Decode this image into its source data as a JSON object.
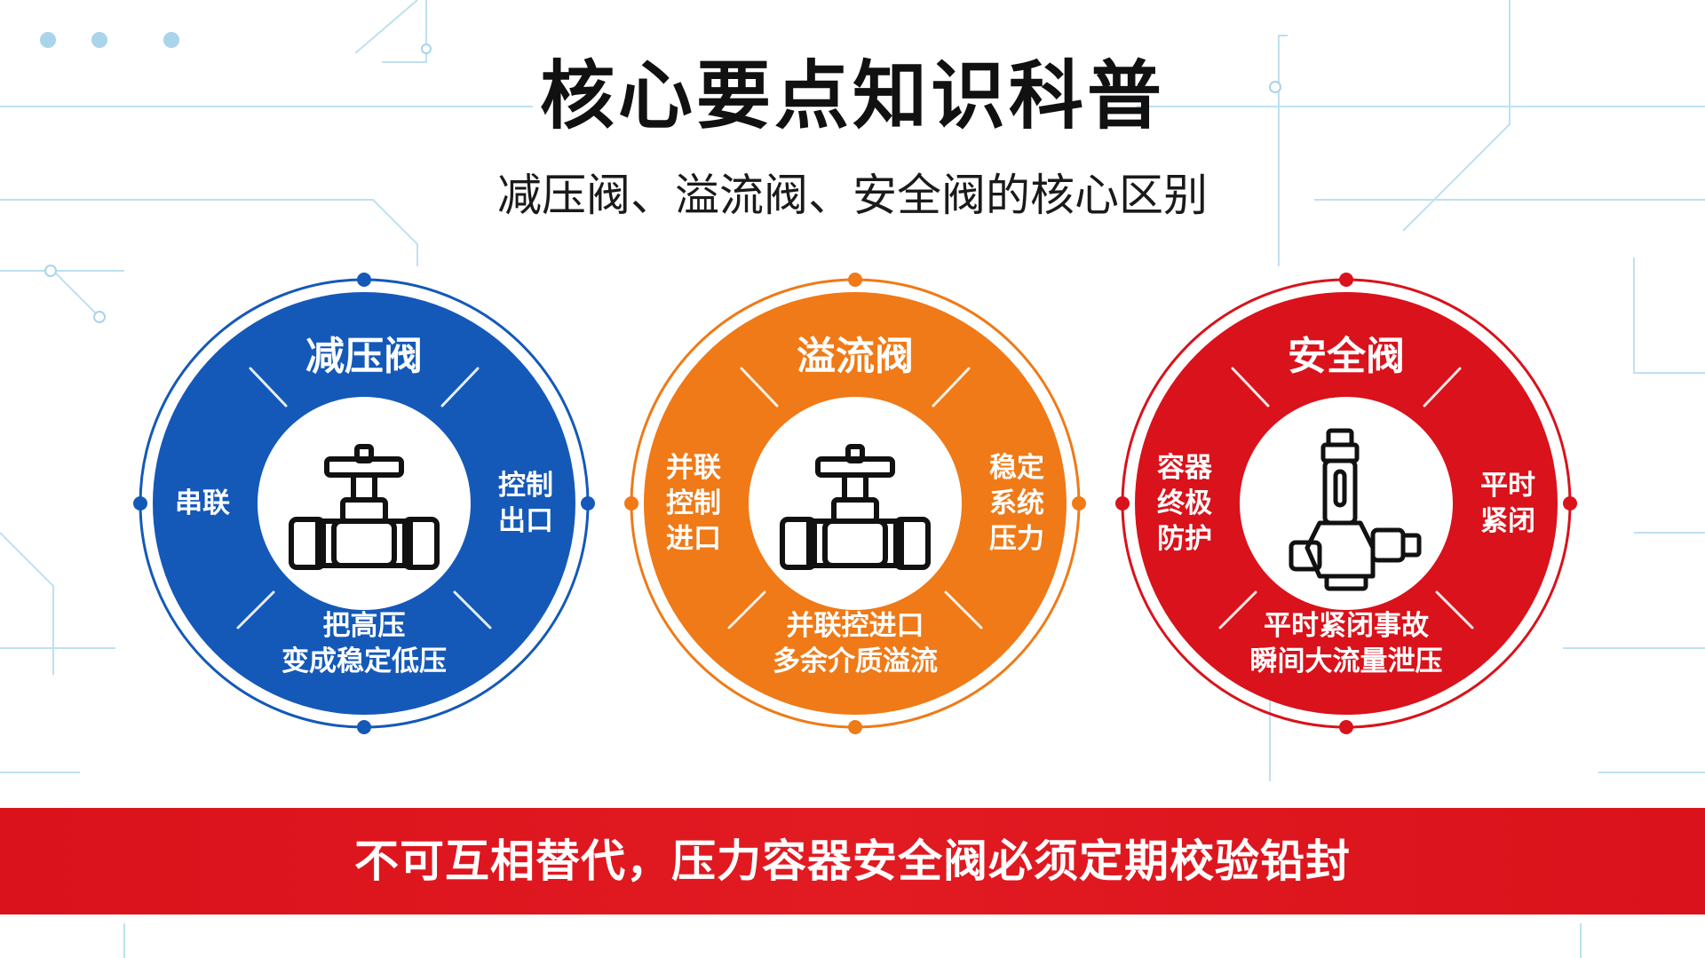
{
  "header": {
    "title": "核心要点知识科普",
    "subtitle": "减压阀、溢流阀、安全阀的核心区别"
  },
  "valves": [
    {
      "name": "减压阀",
      "color": "#1459b8",
      "icon": "gate-valve-icon",
      "left": [
        "串联"
      ],
      "right": [
        "控制",
        "出口"
      ],
      "bottom": [
        "把高压",
        "变成稳定低压"
      ]
    },
    {
      "name": "溢流阀",
      "color": "#ef7a17",
      "icon": "gate-valve-icon",
      "left": [
        "并联",
        "控制",
        "进口"
      ],
      "right": [
        "稳定",
        "系统",
        "压力"
      ],
      "bottom": [
        "并联控进口",
        "多余介质溢流"
      ]
    },
    {
      "name": "安全阀",
      "color": "#d9121b",
      "icon": "safety-valve-icon",
      "left": [
        "容器",
        "终极",
        "防护"
      ],
      "right": [
        "平时",
        "紧闭"
      ],
      "bottom": [
        "平时紧闭事故",
        "瞬间大流量泄压"
      ]
    }
  ],
  "banner": {
    "text": "不可互相替代，压力容器安全阀必须定期校验铅封"
  }
}
